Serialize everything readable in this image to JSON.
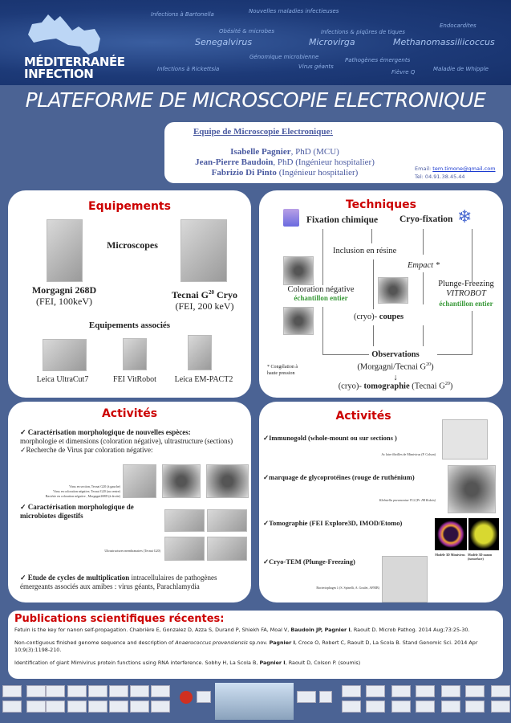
{
  "banner": {
    "logo_line1": "MÉDITERRANÉE",
    "logo_line2": "INFECTION",
    "tags": [
      "Infections à Bartonella",
      "Nouvelles maladies infectieuses",
      "Endocardites",
      "Obésité & microbes",
      "Infections & piqûres de tiques",
      "Senegalvirus",
      "Microvirga",
      "Methanomassiliicoccus",
      "Génomique microbienne",
      "Pathogènes émergents",
      "Infections à Rickettsia",
      "Virus géants",
      "Fièvre Q",
      "Maladie de Whipple"
    ]
  },
  "title": "PLATEFORME DE MICROSCOPIE ELECTRONIQUE",
  "team": {
    "heading": "Equipe de Microscopie Electronique:",
    "members": [
      {
        "name": "Isabelle Pagnier",
        "role": ", PhD (MCU)"
      },
      {
        "name": "Jean-Pierre Baudoin",
        "role": ", PhD (Ingénieur hospitalier)"
      },
      {
        "name": "Fabrizio Di Pinto",
        "role": " (Ingénieur hospitalier)"
      }
    ],
    "email_label": "Email: ",
    "email": "tem.timone@gmail.com",
    "tel": "Tel: 04.91.38.45.44"
  },
  "equipements": {
    "heading": "Equipements",
    "microscopes_label": "Microscopes",
    "m1_name": "Morgagni 268D",
    "m1_spec": "(FEI, 100keV)",
    "m2_name": "Tecnai G",
    "m2_sup": "20",
    "m2_suffix": " Cryo",
    "m2_spec": "(FEI, 200 keV)",
    "associated_label": "Equipements associés",
    "associated": [
      "Leica UltraCut7",
      "FEI VitRobot",
      "Leica EM-PACT2"
    ]
  },
  "techniques": {
    "heading": "Techniques",
    "fix_chem": "Fixation chimique",
    "cryo_fix": "Cryo-fixation",
    "inclusion": "Inclusion en résine",
    "empact": "Empact *",
    "coloration": "Coloration négative",
    "whole1": "échantillon entier",
    "plunge": "Plunge-Freezing",
    "vitrobot": "VITROBOT",
    "whole2": "échantillon entier",
    "coupes_pre": "(cryo)- ",
    "coupes": "coupes",
    "obs": "Observations",
    "obs_sub": "(Morgagni/Tecnai G",
    "sup": "20",
    "close": ")",
    "tomo_pre": "(cryo)- ",
    "tomo": "tomographie",
    "tomo_post": " (Tecnai G",
    "footnote": "* Congélation à haute pression"
  },
  "activites_left": {
    "heading": "Activités",
    "i1_title": "✓ Caractérisation morphologique de nouvelles espèces:",
    "i1_text": "morphologie et dimensions (coloration négative), ultrastructure (sections)",
    "i2": "✓Recherche de Virus par coloration négative:",
    "cap1": [
      "Virus en section, Tecnai G20 (à gauche)",
      "Virus en coloration négative, Tecnai G20 (au centre)",
      "Bactérie en coloration négative , Morgagni268D (à droite)"
    ],
    "i3_title": "✓ Caractérisation morphologique de microbiotes digestifs",
    "cap2": "Ultrastructures membranaires (Tecnai G20)",
    "i4_title": "✓ Etude de cycles de multiplication",
    "i4_text": " intracellulaires de pathogènes émergeants associés aux amibes : virus géants,  Parachlamydia"
  },
  "activites_right": {
    "heading": "Activités",
    "i1": "✓Immunogold (whole-mount ou sur sections )",
    "cap1": "Ac laire  fibrilles de Mimivirus (P. Colson)",
    "i2": "✓marquage de glycoprotéines (rouge de ruthénium)",
    "cap2": "Klebsiella pneumoniae TC2 (Pr JM Rolain)",
    "i3": "✓Tomographie (FEI Explore3D, IMOD/Etomo)",
    "m1": "Modèle 3D Mimivirus",
    "m2": "Modèle 3D nanon (isosurface)",
    "i4": "✓Cryo-TEM (Plunge-Freezing)",
    "cap4": "Bacteriophages λ (S. Spinelli, A. Goulet, AFMB)"
  },
  "publications": {
    "heading": "Publications scientifiques récentes:",
    "p1_a": "Fetuin is the key for nanon self-propagation. Chabrière E, Gonzalez D, Azza S, Durand P, Shiekh FA, Moal V, ",
    "p1_b": "Baudoin JP, Pagnier I",
    "p1_c": ", Raoult D. Microb Pathog. 2014 Aug;73:25-30.",
    "p2_a": "Non-contiguous finished genome sequence and description of ",
    "p2_i": "Anaerococcus provensiensis",
    "p2_b": " sp.nov. ",
    "p2_c": "Pagnier I",
    "p2_d": ", Croce O, Robert C, Raoult D, La Scola B. Stand Genomic Sci. 2014 Apr 10;9(3):1198-210.",
    "p3_a": "Identification of giant Mimivirus protein functions using RNA interference. Sobhy H, La Scola B, ",
    "p3_b": "Pagnier I",
    "p3_c": ", Raoult D, Colson P. (soumis)"
  },
  "colors": {
    "background": "#4b6394",
    "heading_red": "#cc0000",
    "green": "#3a9a3a",
    "team_blue": "#4a5aa0"
  }
}
